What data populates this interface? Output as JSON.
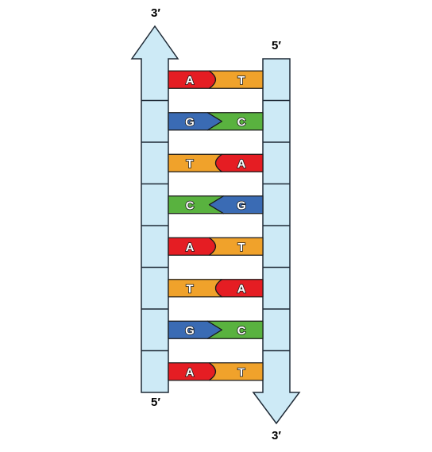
{
  "strand_left": {
    "top_label": "3′",
    "bottom_label": "5′",
    "direction": "up"
  },
  "strand_right": {
    "top_label": "5′",
    "bottom_label": "3′",
    "direction": "down"
  },
  "colors": {
    "backbone_fill": "#cdeaf6",
    "backbone_stroke": "#1f2a36",
    "A": "#e51d23",
    "T": "#f0a22b",
    "G": "#3a6bb4",
    "C": "#59b23f"
  },
  "base_pairs": [
    {
      "left": "A",
      "right": "T"
    },
    {
      "left": "G",
      "right": "C"
    },
    {
      "left": "T",
      "right": "A"
    },
    {
      "left": "C",
      "right": "G"
    },
    {
      "left": "A",
      "right": "T"
    },
    {
      "left": "T",
      "right": "A"
    },
    {
      "left": "G",
      "right": "C"
    },
    {
      "left": "A",
      "right": "T"
    }
  ]
}
